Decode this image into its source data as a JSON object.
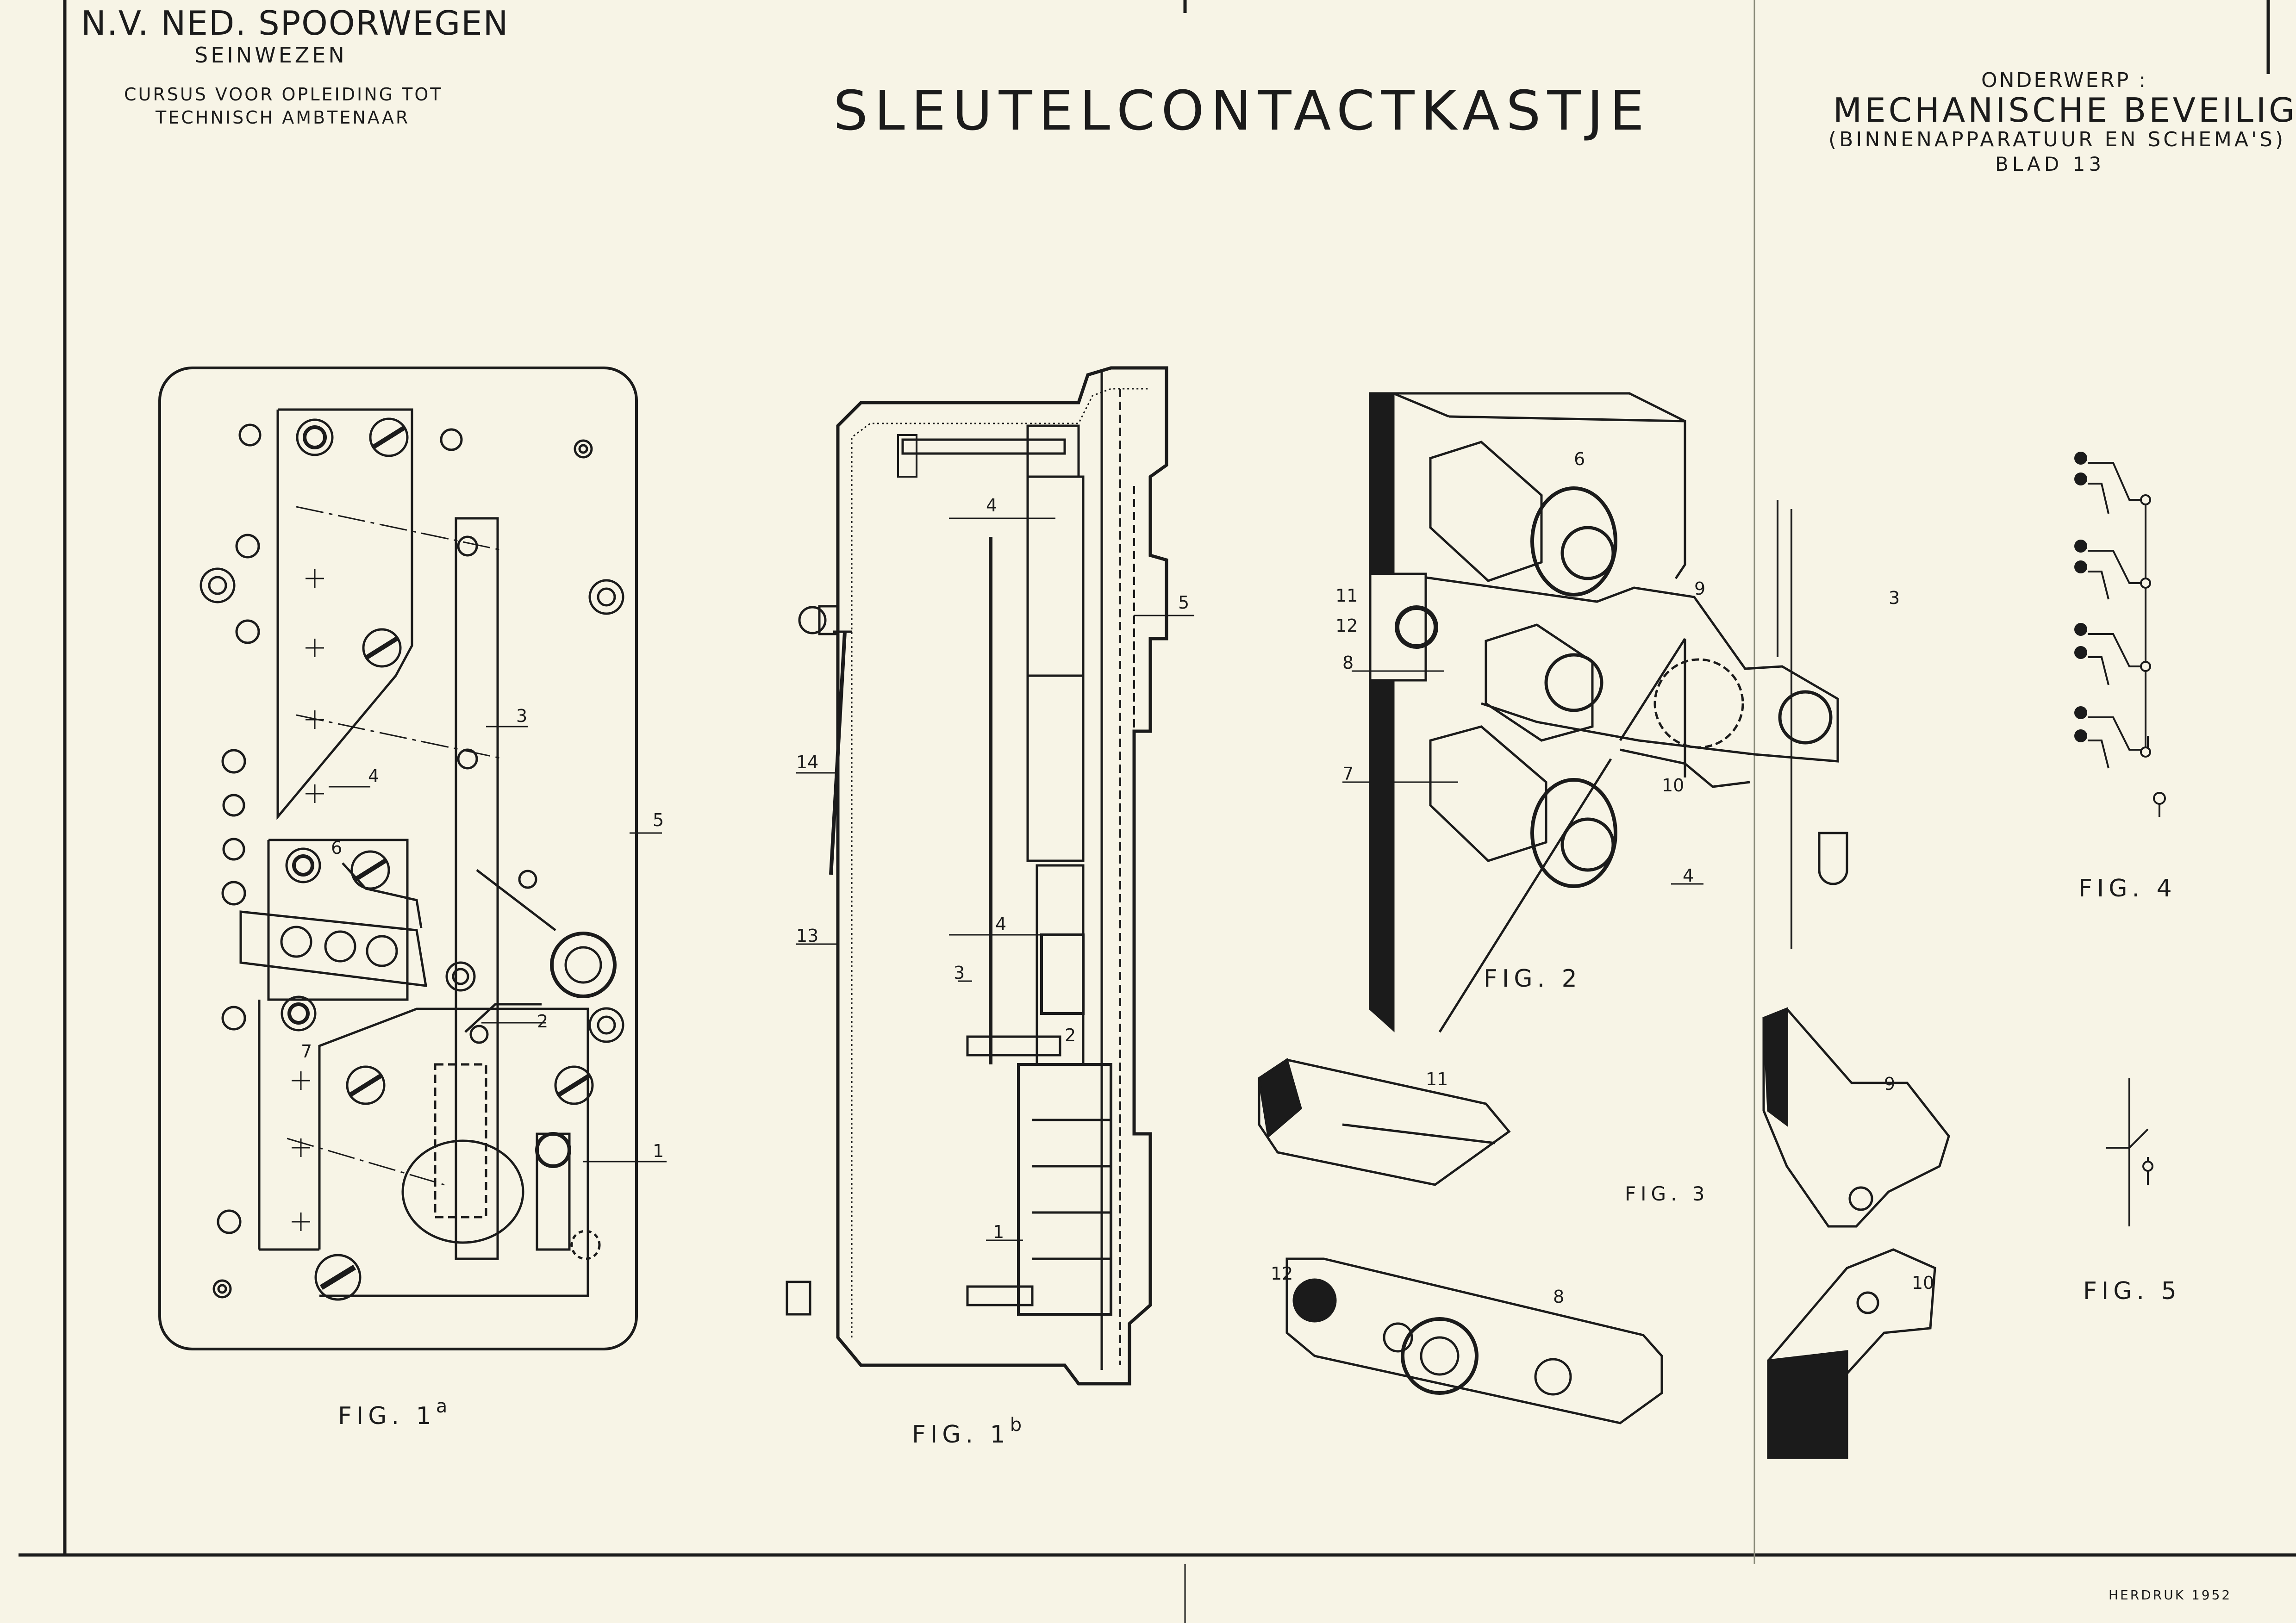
{
  "header": {
    "company": "N.V. NED. SPOORWEGEN",
    "department": "SEINWEZEN",
    "course_line1": "CURSUS VOOR OPLEIDING TOT",
    "course_line2": "TECHNISCH AMBTENAAR"
  },
  "title": "SLEUTELCONTACTKASTJE",
  "subject": {
    "label": "ONDERWERP :",
    "name": "MECHANISCHE BEVEILIGING.",
    "detail": "(BINNENAPPARATUUR EN SCHEMA'S)",
    "sheet": "BLAD 13"
  },
  "figures": {
    "fig1a": {
      "label": "FIG. 1",
      "sup": "a"
    },
    "fig1b": {
      "label": "FIG. 1",
      "sup": "b"
    },
    "fig2": "FIG. 2",
    "fig3": "FIG. 3",
    "fig4": "FIG. 4",
    "fig5": "FIG. 5"
  },
  "part_labels": {
    "fig1a": [
      "1",
      "2",
      "3",
      "4",
      "5",
      "6",
      "7"
    ],
    "fig1b": [
      "1",
      "2",
      "3",
      "4",
      "4",
      "5",
      "13",
      "14"
    ],
    "fig2": [
      "3",
      "4",
      "6",
      "7",
      "8",
      "9",
      "10",
      "11",
      "12"
    ],
    "fig3": [
      "8",
      "9",
      "10",
      "11",
      "12"
    ]
  },
  "footer": "HERDRUK 1952"
}
